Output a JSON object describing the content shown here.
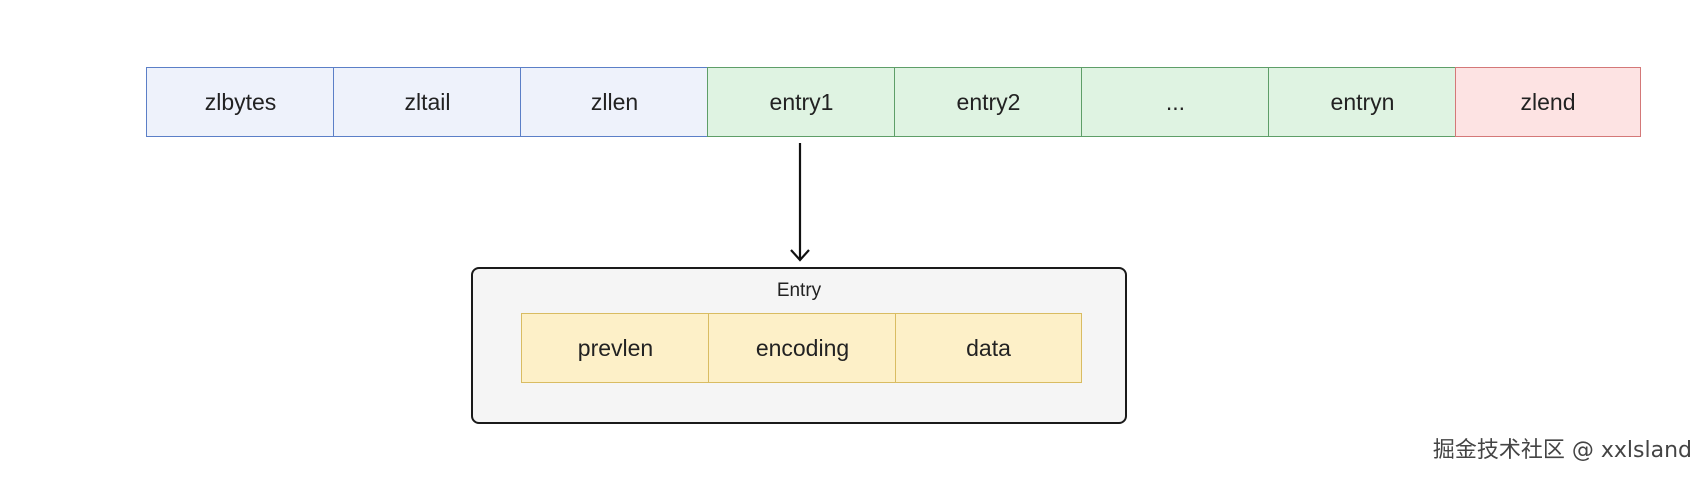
{
  "ziplist": {
    "header": [
      "zlbytes",
      "zltail",
      "zllen"
    ],
    "entries": [
      "entry1",
      "entry2",
      "...",
      "entryn"
    ],
    "end": "zlend"
  },
  "entry": {
    "title": "Entry",
    "fields": [
      "prevlen",
      "encoding",
      "data"
    ]
  },
  "colors": {
    "header_fill": "#eef2fb",
    "header_border": "#5b7fc7",
    "entry_fill": "#dff3e2",
    "entry_border": "#5e9e68",
    "end_fill": "#fde3e3",
    "end_border": "#d47878",
    "field_fill": "#fdf0c8",
    "field_border": "#d9bc62",
    "box_fill": "#f5f5f5",
    "box_border": "#1a1a1a"
  },
  "watermark": "掘金技术社区 @ xxlsland"
}
